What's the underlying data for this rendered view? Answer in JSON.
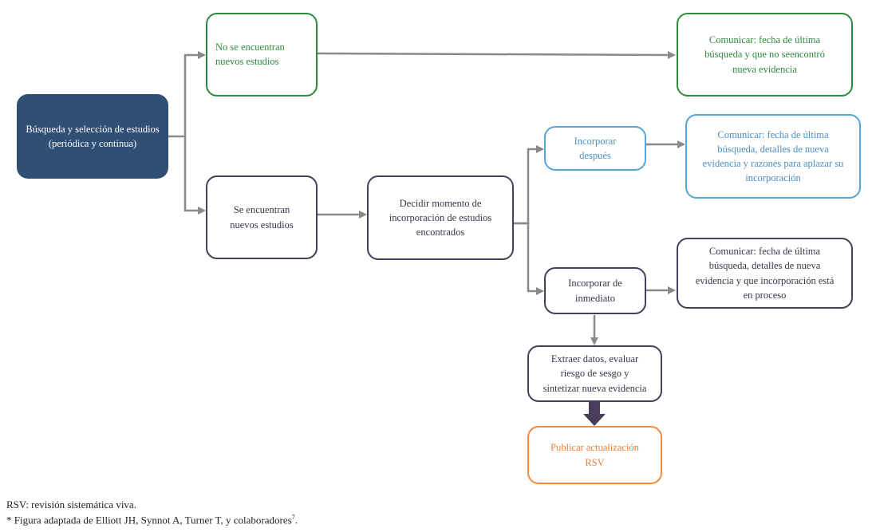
{
  "nodes": {
    "search": "Búsqueda y selección de estudios\n(periódica y continua)",
    "not_found": "No se encuentran\nnuevos estudios",
    "found": "Se encuentran\nnuevos estudios",
    "communicate_no_evidence": "Comunicar: fecha de última\nbúsqueda y que no seencontró\nnueva evidencia",
    "decide": "Decidir momento de\nincorporación de estudios\nencontrados",
    "incorporate_later": "Incorporar\ndespués",
    "communicate_postpone": "Comunicar: fecha de última\nbúsqueda, detalles de nueva\nevidencia y razones para aplazar su\nincorporación",
    "incorporate_now": "Incorporar de\ninmediato",
    "communicate_in_process": "Comunicar: fecha de última\nbúsqueda, detalles de nueva\nevidencia y que incorporación está\nen proceso",
    "extract": "Extraer datos, evaluar\nriesgo de sesgo y\nsintetizar nueva evidencia",
    "publish": "Publicar actualización\nRSV"
  },
  "footnotes": {
    "abbreviation": "RSV: revisión sistemática viva.",
    "source": "* Figura adaptada de Elliott JH, Synnot A, Turner T, y colaboradores",
    "source_ref": "7",
    "source_end": "."
  },
  "colors": {
    "dark": "#2f4f75",
    "green": "#2f8a3e",
    "purple": "#4a3d5c",
    "blue": "#5ba3d6",
    "orange": "#f28a3c",
    "arrow": "#8a8a8a"
  }
}
